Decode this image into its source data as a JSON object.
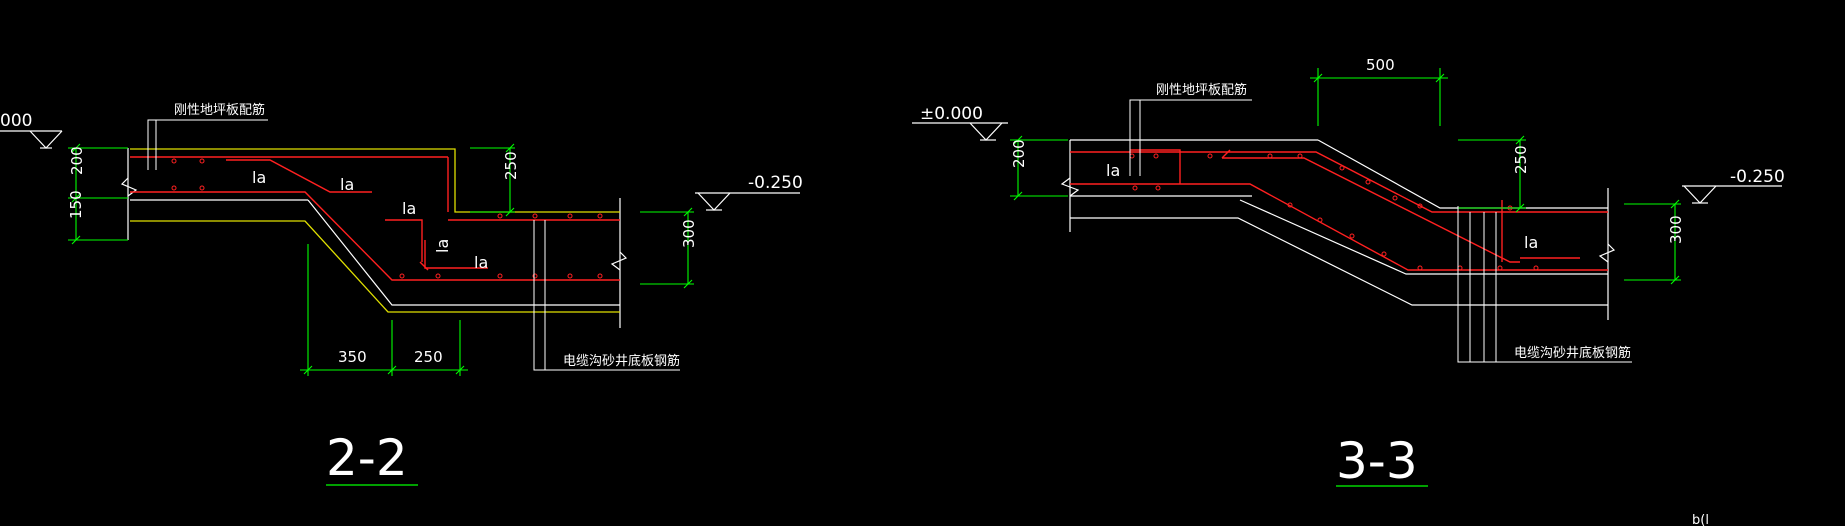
{
  "colors": {
    "background": "#000000",
    "outline": "#ffffff",
    "rebar": "#ff2020",
    "dimension": "#00ff00",
    "slab_edge": "#e0e000"
  },
  "section_2_2": {
    "title": "2-2",
    "level_left": "000",
    "level_right": "-0.250",
    "note_top": "刚性地坪板配筋",
    "note_bottom": "电缆沟砂井底板钢筋",
    "dim_200": "200",
    "dim_150": "150",
    "dim_250_v": "250",
    "dim_300": "300",
    "dim_350": "350",
    "dim_250_h": "250",
    "la_labels": [
      "la",
      "la",
      "la",
      "la",
      "la"
    ]
  },
  "section_3_3": {
    "title": "3-3",
    "level_left": "±0.000",
    "level_right": "-0.250",
    "note_top": "刚性地坪板配筋",
    "note_bottom": "电缆沟砂井底板钢筋",
    "dim_500": "500",
    "dim_200": "200",
    "dim_250": "250",
    "dim_300": "300",
    "la_labels": [
      "la",
      "la"
    ]
  },
  "corner_fragment": "b(l"
}
